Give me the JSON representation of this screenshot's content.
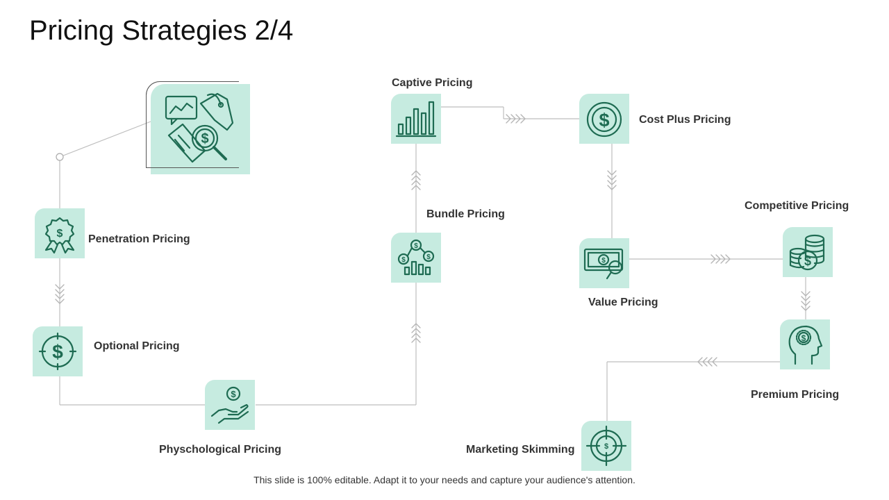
{
  "page": {
    "title": "Pricing Strategies 2/4"
  },
  "nodes": {
    "penetration": "Penetration Pricing",
    "optional": "Optional Pricing",
    "physchological": "Physchological Pricing",
    "bundle": "Bundle Pricing",
    "captive": "Captive Pricing",
    "cost_plus": "Cost Plus Pricing",
    "value": "Value Pricing",
    "competitive": "Competitive Pricing",
    "premium": "Premium Pricing",
    "marketing_skimming": "Marketing Skimming"
  },
  "icons": {
    "hero": "analytics-price-tag-magnifier-icon",
    "penetration": "award-badge-dollar-icon",
    "optional": "dollar-target-icon",
    "physchological": "hand-holding-coin-icon",
    "bundle": "coins-bar-chart-icon",
    "captive": "bar-chart-icon",
    "cost_plus": "dollar-coin-icon",
    "value": "banknote-magnifier-icon",
    "competitive": "coin-stack-icon",
    "premium": "head-dollar-icon",
    "marketing_skimming": "crosshair-dollar-icon"
  },
  "colors": {
    "tile": "#c6ebe0",
    "icon": "#1e6b52",
    "connector": "#bbbbbb"
  },
  "footer": {
    "text": "This slide is 100% editable. Adapt it to your needs and capture your audience's attention."
  }
}
